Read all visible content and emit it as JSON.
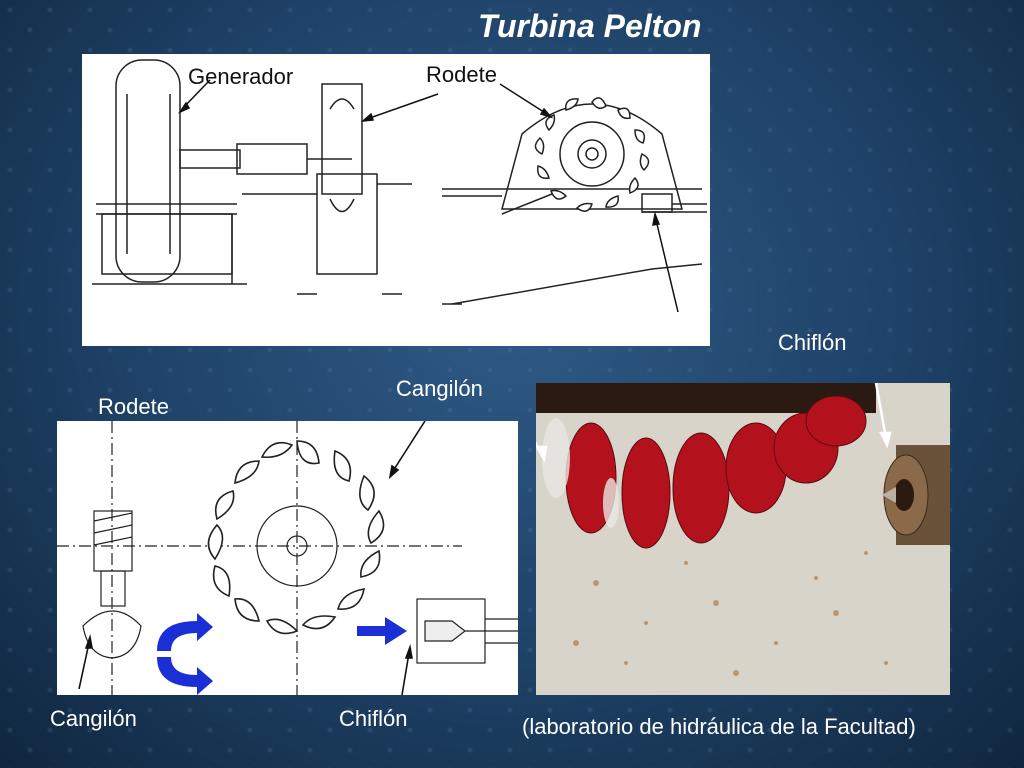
{
  "title": "Turbina Pelton",
  "labels": {
    "generador": "Generador",
    "rodete_top": "Rodete",
    "chiflon_top": "Chiflón",
    "cangilon_top": "Cangilón",
    "rodete_left": "Rodete",
    "cangilon_bottom": "Cangilón",
    "chiflon_bottom": "Chiflón",
    "caption": "(laboratorio de hidráulica de la Facultad)"
  },
  "colors": {
    "background": "#1e4166",
    "panel": "#ffffff",
    "jet_arrow": "#1a2fd6",
    "bucket_red": "#b3121c"
  }
}
